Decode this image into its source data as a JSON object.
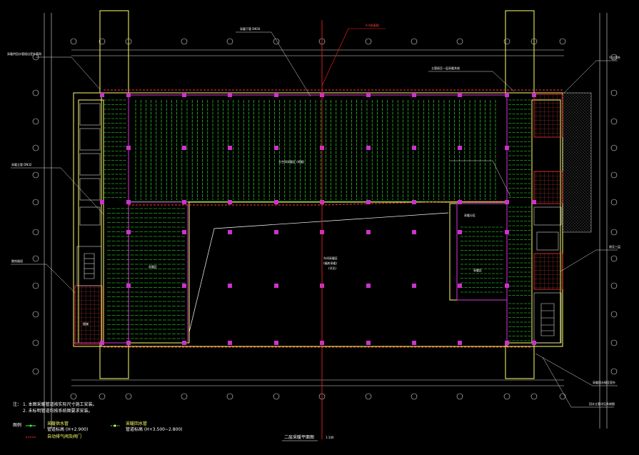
{
  "drawing": {
    "title": "二层采暖平面图",
    "scale": "1:100",
    "section_mark": "A-A剖面图"
  },
  "notes": {
    "prefix": "注：",
    "line1": "1. 本图采暖管道按实际尺寸施工安装。",
    "line2": "2. 未标明管道均按系统图要求安装。"
  },
  "legend": {
    "label": "图例",
    "item1_name": "采暖供水管",
    "item1_value": "管道标高 (H+2.900)",
    "item2_name": "采暖回水管",
    "item2_value": "管道标高 (H+3.500~2.800)",
    "item3_name": "自动排气阀及阀门"
  },
  "labels": {
    "top_left_callout": "采暖供回水管接自室外管网",
    "top_center_callout": "采暖干管 DN50",
    "top_right_callout": "立管接至一层采暖系统",
    "left_callout_1": "采暖立管 DN32",
    "left_callout_2": "散热器组",
    "right_callout_1": "引自室外",
    "right_callout_2": "接至三层",
    "bottom_right_callout_1": "采暖回水接至室外",
    "bottom_right_callout_2": "回水立管详见系统图",
    "room_main_upper": "大空间采暖区 (地暖)",
    "room_center_1": "车间采暖区",
    "room_center_2": "(辐射采暖)",
    "room_center_3": "(详见)",
    "room_left": "采暖区",
    "room_right_1": "采暖分区",
    "room_right_2": "采暖区",
    "stair": "楼梯"
  },
  "colors": {
    "background": "#000000",
    "wall": "#ffff66",
    "column": "#cc33cc",
    "supply_pipe": "#33ff33",
    "return_pipe": "#ff3333",
    "axis": "#ffffff",
    "section_line": "#ff2222"
  }
}
